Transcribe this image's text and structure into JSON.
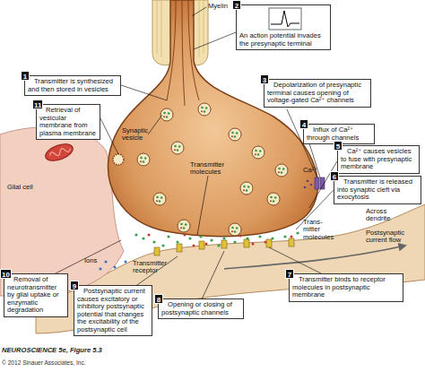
{
  "diagram": {
    "nodes": [
      {
        "text": [
          "1",
          "Transmitter is synthesized and then stored in vesicles"
        ]
      },
      {
        "text": [
          "2",
          "An action potential invades the presynaptic terminal"
        ]
      },
      {
        "text": [
          "3",
          "Depolarization of presynaptic terminal causes opening of voltage-gated Ca²⁺ channels"
        ]
      },
      {
        "text": [
          "4",
          "Influx of Ca²⁺ through channels"
        ]
      },
      {
        "text": [
          "5",
          "Ca²⁺ causes vesicles to fuse with presynaptic membrane"
        ]
      },
      {
        "text": [
          "6",
          "Transmitter is released into synaptic cleft via exocytosis"
        ]
      },
      {
        "text": [
          "7",
          "Transmitter binds to receptor molecules in postsynaptic membrane"
        ]
      },
      {
        "text": [
          "8",
          "Opening or closing of postsynaptic channels"
        ]
      },
      {
        "text": [
          "9",
          "Postsynaptic current causes excitatory or inhibitory postsynaptic potential that changes the excitability of the postsynaptic cell"
        ]
      },
      {
        "text": [
          "10",
          "Removal of neurotransmitter by glial uptake or enzymatic degradation"
        ]
      },
      {
        "text": [
          "11",
          "Retrieval of vesicular membrane from plasma membrane"
        ]
      }
    ],
    "labels": [
      "Myelin",
      "Synaptic vesicle",
      "Transmitter molecules",
      "Ca²⁺",
      "Glial cell",
      "Across dendrite",
      "Trans- mitter molecules",
      "Postsynaptic current flow",
      "Ions",
      "Transmitter receptor",
      "NEUROSCIENCE 5e, Figure 5.3",
      "© 2012 Sinauer Associates, Inc."
    ]
  }
}
